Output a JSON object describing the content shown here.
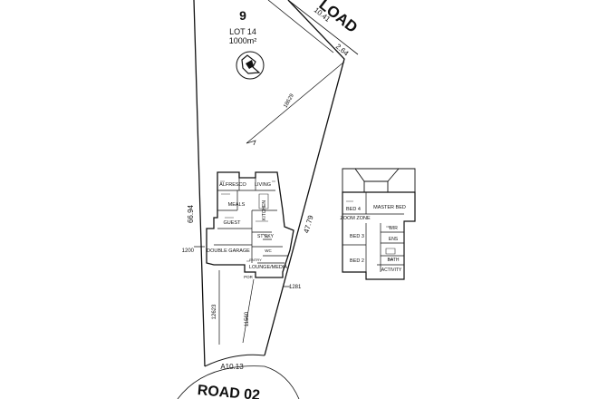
{
  "lot": {
    "number": "9",
    "lot_label": "LOT 14",
    "area": "1000m²",
    "icon": "compass-logo-icon"
  },
  "roads": {
    "top": "LOAD",
    "bottom": "ROAD 02"
  },
  "dimensions": {
    "top_edge": "10.41",
    "corner_chord": "2.64",
    "left_boundary": "66.94",
    "right_boundary": "47.79",
    "bottom_arc": "A10.13",
    "diagonal_setback": "18629",
    "left_setback": "1200",
    "front_setback_left": "12623",
    "front_setback_right": "11560",
    "right_corner_setback": "1281"
  },
  "ground_floor_rooms": {
    "alfresco": "ALFRESCO",
    "living": "LIVING",
    "meals": "MEALS",
    "kitchen": "KITCHEN",
    "guest": "GUEST",
    "study": "ST DKY",
    "wc": "WC",
    "double_garage": "DOUBLE GARAGE",
    "porch": "POR",
    "lounge_media": "LOUNGE/MEDIA",
    "entry": "ENTRY"
  },
  "upper_floor_rooms": {
    "bed4": "BED 4",
    "master_bed": "MASTER BED",
    "zoom_zone": "ZOOM ZONE",
    "bed3": "BED 3",
    "wir": "WIR",
    "ens": "ENS",
    "bed2": "BED 2",
    "bath": "BATH",
    "activity": "ACTIVITY"
  }
}
